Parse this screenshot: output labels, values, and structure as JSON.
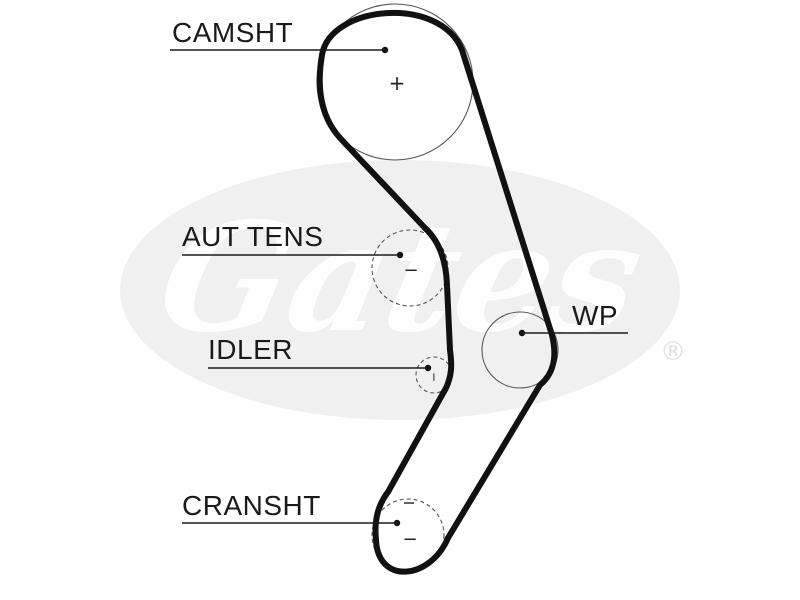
{
  "diagram": {
    "labels": {
      "camshaft": "CAMSHT",
      "tensioner": "AUT TENS",
      "idler": "IDLER",
      "water_pump": "WP",
      "crankshaft": "CRANSHT"
    },
    "rotation_marks": {
      "camshaft": "+",
      "tensioner": "−",
      "idler": "−",
      "water_pump": "",
      "crankshaft": "−"
    },
    "watermark": {
      "text": "Gates",
      "registered": "®"
    },
    "colors": {
      "belt": "#111111",
      "text": "#1a1a1a",
      "watermark": "#ececec"
    }
  }
}
